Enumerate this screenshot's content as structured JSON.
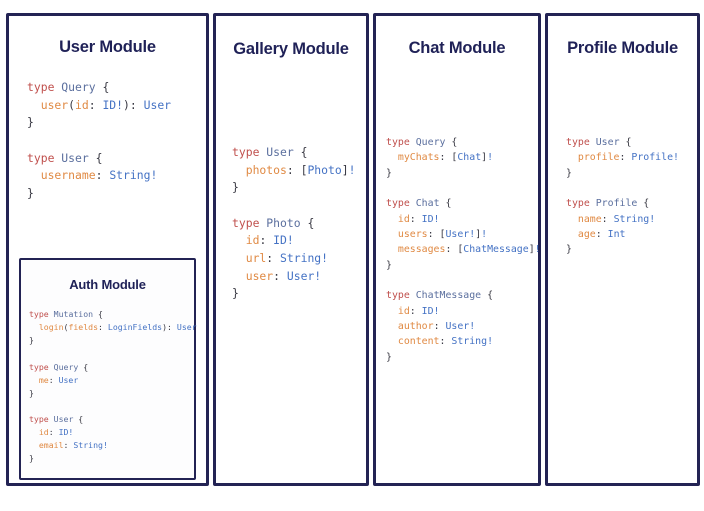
{
  "page": {
    "background": "#ffffff",
    "border_color": "#232354",
    "title_color": "#1f2157"
  },
  "syntax_colors": {
    "keyword_type": "#c0504d",
    "type_name": "#5b6f9e",
    "field_name": "#e08a44",
    "scalar_type": "#4472c4",
    "punctuation": "#3a3a44"
  },
  "modules": {
    "user": {
      "title": "User Module",
      "blocks": [
        {
          "lines": [
            [
              {
                "t": "type ",
                "c": "k-type"
              },
              {
                "t": "Query",
                "c": "k-name"
              },
              {
                "t": " {",
                "c": "k-punc"
              }
            ],
            [
              {
                "t": "  ",
                "c": "k-punc"
              },
              {
                "t": "user",
                "c": "k-field"
              },
              {
                "t": "(",
                "c": "k-punc"
              },
              {
                "t": "id",
                "c": "k-field"
              },
              {
                "t": ": ",
                "c": "k-punc"
              },
              {
                "t": "ID!",
                "c": "k-scalar"
              },
              {
                "t": "): ",
                "c": "k-punc"
              },
              {
                "t": "User",
                "c": "k-scalar"
              }
            ],
            [
              {
                "t": "}",
                "c": "k-punc"
              }
            ]
          ]
        },
        {
          "lines": [
            [
              {
                "t": "type ",
                "c": "k-type"
              },
              {
                "t": "User",
                "c": "k-name"
              },
              {
                "t": " {",
                "c": "k-punc"
              }
            ],
            [
              {
                "t": "  ",
                "c": "k-punc"
              },
              {
                "t": "username",
                "c": "k-field"
              },
              {
                "t": ": ",
                "c": "k-punc"
              },
              {
                "t": "String!",
                "c": "k-scalar"
              }
            ],
            [
              {
                "t": "}",
                "c": "k-punc"
              }
            ]
          ]
        }
      ]
    },
    "auth": {
      "title": "Auth Module",
      "blocks": [
        {
          "lines": [
            [
              {
                "t": "type ",
                "c": "k-type"
              },
              {
                "t": "Mutation",
                "c": "k-name"
              },
              {
                "t": " {",
                "c": "k-punc"
              }
            ],
            [
              {
                "t": "  ",
                "c": "k-punc"
              },
              {
                "t": "login",
                "c": "k-field"
              },
              {
                "t": "(",
                "c": "k-punc"
              },
              {
                "t": "fields",
                "c": "k-field"
              },
              {
                "t": ": ",
                "c": "k-punc"
              },
              {
                "t": "LoginFields",
                "c": "k-scalar"
              },
              {
                "t": "): ",
                "c": "k-punc"
              },
              {
                "t": "User",
                "c": "k-scalar"
              }
            ],
            [
              {
                "t": "}",
                "c": "k-punc"
              }
            ]
          ]
        },
        {
          "lines": [
            [
              {
                "t": "type ",
                "c": "k-type"
              },
              {
                "t": "Query",
                "c": "k-name"
              },
              {
                "t": " {",
                "c": "k-punc"
              }
            ],
            [
              {
                "t": "  ",
                "c": "k-punc"
              },
              {
                "t": "me",
                "c": "k-field"
              },
              {
                "t": ": ",
                "c": "k-punc"
              },
              {
                "t": "User",
                "c": "k-scalar"
              }
            ],
            [
              {
                "t": "}",
                "c": "k-punc"
              }
            ]
          ]
        },
        {
          "lines": [
            [
              {
                "t": "type ",
                "c": "k-type"
              },
              {
                "t": "User",
                "c": "k-name"
              },
              {
                "t": " {",
                "c": "k-punc"
              }
            ],
            [
              {
                "t": "  ",
                "c": "k-punc"
              },
              {
                "t": "id",
                "c": "k-field"
              },
              {
                "t": ": ",
                "c": "k-punc"
              },
              {
                "t": "ID!",
                "c": "k-scalar"
              }
            ],
            [
              {
                "t": "  ",
                "c": "k-punc"
              },
              {
                "t": "email",
                "c": "k-field"
              },
              {
                "t": ": ",
                "c": "k-punc"
              },
              {
                "t": "String!",
                "c": "k-scalar"
              }
            ],
            [
              {
                "t": "}",
                "c": "k-punc"
              }
            ]
          ]
        }
      ]
    },
    "gallery": {
      "title": "Gallery Module",
      "blocks": [
        {
          "lines": [
            [
              {
                "t": "type ",
                "c": "k-type"
              },
              {
                "t": "User",
                "c": "k-name"
              },
              {
                "t": " {",
                "c": "k-punc"
              }
            ],
            [
              {
                "t": "  ",
                "c": "k-punc"
              },
              {
                "t": "photos",
                "c": "k-field"
              },
              {
                "t": ": [",
                "c": "k-punc"
              },
              {
                "t": "Photo",
                "c": "k-scalar"
              },
              {
                "t": "]",
                "c": "k-punc"
              },
              {
                "t": "!",
                "c": "k-scalar"
              }
            ],
            [
              {
                "t": "}",
                "c": "k-punc"
              }
            ]
          ]
        },
        {
          "lines": [
            [
              {
                "t": "type ",
                "c": "k-type"
              },
              {
                "t": "Photo",
                "c": "k-name"
              },
              {
                "t": " {",
                "c": "k-punc"
              }
            ],
            [
              {
                "t": "  ",
                "c": "k-punc"
              },
              {
                "t": "id",
                "c": "k-field"
              },
              {
                "t": ": ",
                "c": "k-punc"
              },
              {
                "t": "ID!",
                "c": "k-scalar"
              }
            ],
            [
              {
                "t": "  ",
                "c": "k-punc"
              },
              {
                "t": "url",
                "c": "k-field"
              },
              {
                "t": ": ",
                "c": "k-punc"
              },
              {
                "t": "String!",
                "c": "k-scalar"
              }
            ],
            [
              {
                "t": "  ",
                "c": "k-punc"
              },
              {
                "t": "user",
                "c": "k-field"
              },
              {
                "t": ": ",
                "c": "k-punc"
              },
              {
                "t": "User!",
                "c": "k-scalar"
              }
            ],
            [
              {
                "t": "}",
                "c": "k-punc"
              }
            ]
          ]
        }
      ]
    },
    "chat": {
      "title": "Chat Module",
      "blocks": [
        {
          "lines": [
            [
              {
                "t": "type ",
                "c": "k-type"
              },
              {
                "t": "Query",
                "c": "k-name"
              },
              {
                "t": " {",
                "c": "k-punc"
              }
            ],
            [
              {
                "t": "  ",
                "c": "k-punc"
              },
              {
                "t": "myChats",
                "c": "k-field"
              },
              {
                "t": ": [",
                "c": "k-punc"
              },
              {
                "t": "Chat",
                "c": "k-scalar"
              },
              {
                "t": "]",
                "c": "k-punc"
              },
              {
                "t": "!",
                "c": "k-scalar"
              }
            ],
            [
              {
                "t": "}",
                "c": "k-punc"
              }
            ]
          ]
        },
        {
          "lines": [
            [
              {
                "t": "type ",
                "c": "k-type"
              },
              {
                "t": "Chat",
                "c": "k-name"
              },
              {
                "t": " {",
                "c": "k-punc"
              }
            ],
            [
              {
                "t": "  ",
                "c": "k-punc"
              },
              {
                "t": "id",
                "c": "k-field"
              },
              {
                "t": ": ",
                "c": "k-punc"
              },
              {
                "t": "ID!",
                "c": "k-scalar"
              }
            ],
            [
              {
                "t": "  ",
                "c": "k-punc"
              },
              {
                "t": "users",
                "c": "k-field"
              },
              {
                "t": ": [",
                "c": "k-punc"
              },
              {
                "t": "User!",
                "c": "k-scalar"
              },
              {
                "t": "]",
                "c": "k-punc"
              },
              {
                "t": "!",
                "c": "k-scalar"
              }
            ],
            [
              {
                "t": "  ",
                "c": "k-punc"
              },
              {
                "t": "messages",
                "c": "k-field"
              },
              {
                "t": ": [",
                "c": "k-punc"
              },
              {
                "t": "ChatMessage",
                "c": "k-scalar"
              },
              {
                "t": "]",
                "c": "k-punc"
              },
              {
                "t": "!",
                "c": "k-scalar"
              }
            ],
            [
              {
                "t": "}",
                "c": "k-punc"
              }
            ]
          ]
        },
        {
          "lines": [
            [
              {
                "t": "type ",
                "c": "k-type"
              },
              {
                "t": "ChatMessage",
                "c": "k-name"
              },
              {
                "t": " {",
                "c": "k-punc"
              }
            ],
            [
              {
                "t": "  ",
                "c": "k-punc"
              },
              {
                "t": "id",
                "c": "k-field"
              },
              {
                "t": ": ",
                "c": "k-punc"
              },
              {
                "t": "ID!",
                "c": "k-scalar"
              }
            ],
            [
              {
                "t": "  ",
                "c": "k-punc"
              },
              {
                "t": "author",
                "c": "k-field"
              },
              {
                "t": ": ",
                "c": "k-punc"
              },
              {
                "t": "User!",
                "c": "k-scalar"
              }
            ],
            [
              {
                "t": "  ",
                "c": "k-punc"
              },
              {
                "t": "content",
                "c": "k-field"
              },
              {
                "t": ": ",
                "c": "k-punc"
              },
              {
                "t": "String!",
                "c": "k-scalar"
              }
            ],
            [
              {
                "t": "}",
                "c": "k-punc"
              }
            ]
          ]
        }
      ]
    },
    "profile": {
      "title": "Profile Module",
      "blocks": [
        {
          "lines": [
            [
              {
                "t": "type ",
                "c": "k-type"
              },
              {
                "t": "User",
                "c": "k-name"
              },
              {
                "t": " {",
                "c": "k-punc"
              }
            ],
            [
              {
                "t": "  ",
                "c": "k-punc"
              },
              {
                "t": "profile",
                "c": "k-field"
              },
              {
                "t": ": ",
                "c": "k-punc"
              },
              {
                "t": "Profile!",
                "c": "k-scalar"
              }
            ],
            [
              {
                "t": "}",
                "c": "k-punc"
              }
            ]
          ]
        },
        {
          "lines": [
            [
              {
                "t": "type ",
                "c": "k-type"
              },
              {
                "t": "Profile",
                "c": "k-name"
              },
              {
                "t": " {",
                "c": "k-punc"
              }
            ],
            [
              {
                "t": "  ",
                "c": "k-punc"
              },
              {
                "t": "name",
                "c": "k-field"
              },
              {
                "t": ": ",
                "c": "k-punc"
              },
              {
                "t": "String!",
                "c": "k-scalar"
              }
            ],
            [
              {
                "t": "  ",
                "c": "k-punc"
              },
              {
                "t": "age",
                "c": "k-field"
              },
              {
                "t": ": ",
                "c": "k-punc"
              },
              {
                "t": "Int",
                "c": "k-scalar"
              }
            ],
            [
              {
                "t": "}",
                "c": "k-punc"
              }
            ]
          ]
        }
      ]
    }
  }
}
